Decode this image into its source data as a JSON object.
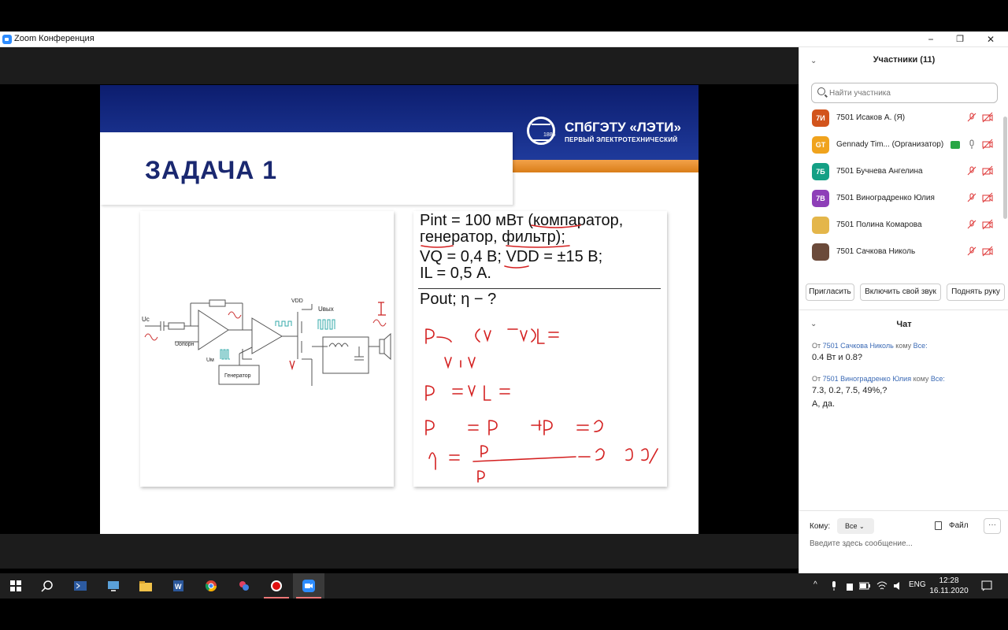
{
  "window": {
    "title": "Zoom Конференция",
    "minimize": "−",
    "maximize": "❐",
    "close": "✕"
  },
  "slide": {
    "title": "ЗАДАЧА 1",
    "logo_name": "СПбГЭТУ «ЛЭТИ»",
    "logo_sub": "ПЕРВЫЙ ЭЛЕКТРОТЕХНИЧЕСКИЙ",
    "logo_year": "1886",
    "circuit": {
      "label_uc": "Uc",
      "label_uopor": "Uопорн",
      "label_um": "Uм",
      "label_vdd": "VDD",
      "label_uvyh": "Uвых",
      "label_gen": "Генератор"
    },
    "task": {
      "line1": "Pint = 100 мВт (компаратор,",
      "line2": "генератор, фильтр);",
      "line3": "VQ = 0,4 В; VDD = ±15 В;",
      "line4": "IL = 0,5 А.",
      "question": "Pout; η − ?"
    }
  },
  "participants": {
    "title": "Участники (11)",
    "search_placeholder": "Найти участника",
    "items": [
      {
        "initials": "7И",
        "name": "7501 Исаков А. (Я)",
        "color": "#d2541c"
      },
      {
        "initials": "GT",
        "name": "Gennady Tim...  (Организатор)",
        "color": "#f0a31d"
      },
      {
        "initials": "7Б",
        "name": "7501 Бучнева Ангелина",
        "color": "#14a085"
      },
      {
        "initials": "7В",
        "name": "7501 Виноградренко Юлия",
        "color": "#8e3fb8"
      },
      {
        "initials": "",
        "name": "7501 Полина Комарова",
        "color": "#e4b64a"
      },
      {
        "initials": "",
        "name": "7501 Сачкова Николь",
        "color": "#6b4a3a"
      }
    ],
    "invite_label": "Пригласить",
    "unmute_label": "Включить свой звук",
    "raise_hand_label": "Поднять руку"
  },
  "chat": {
    "title": "Чат",
    "messages": [
      {
        "from_prefix": "От ",
        "sender": "7501 Сачкова Николь",
        "to_prefix": " кому ",
        "recipient": "Все:",
        "lines": [
          "0.4 Вт и 0.8?"
        ]
      },
      {
        "from_prefix": "От ",
        "sender": "7501 Виноградренко Юлия",
        "to_prefix": " кому ",
        "recipient": "Все:",
        "lines": [
          "7.3, 0.2, 7.5, 49%,?",
          "А, да."
        ]
      }
    ],
    "to_label": "Кому:",
    "to_value": "Все",
    "file_label": "Файл",
    "more_label": "···",
    "input_placeholder": "Введите здесь сообщение..."
  },
  "taskbar": {
    "lang": "ENG",
    "time": "12:28",
    "date": "16.11.2020"
  }
}
